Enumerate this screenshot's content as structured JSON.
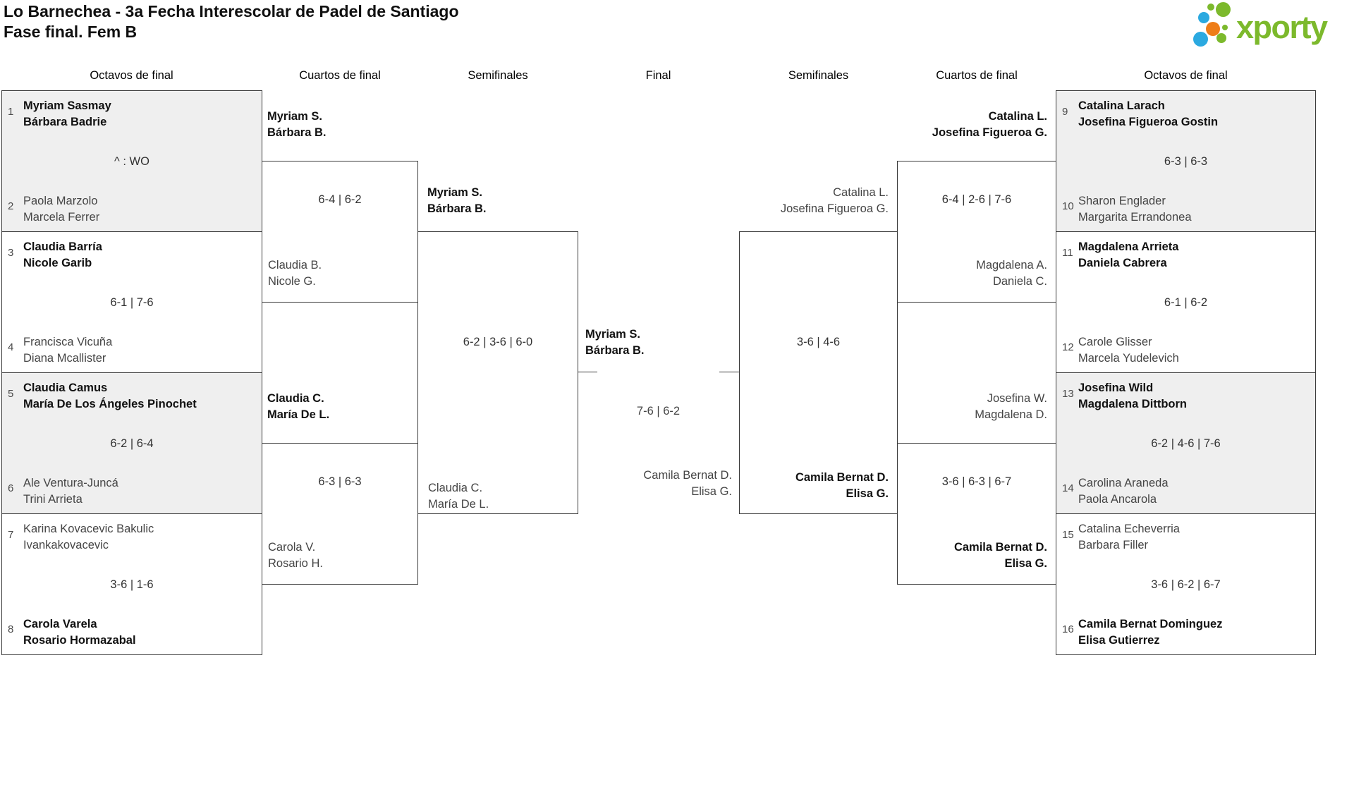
{
  "title": {
    "line1": "Lo Barnechea - 3a Fecha Interescolar de Padel de Santiago",
    "line2": "Fase final. Fem B"
  },
  "logo": {
    "brand": "xporty"
  },
  "colors": {
    "logo_green": "#7cb92c",
    "logo_blue": "#2ba9e0",
    "logo_orange": "#ee7d18",
    "box_shade": "#efefef",
    "border": "#3a3a3a"
  },
  "headers": [
    "Octavos de final",
    "Cuartos de final",
    "Semifinales",
    "Final",
    "Semifinales",
    "Cuartos de final",
    "Octavos de final"
  ],
  "round_of_16": {
    "left": [
      {
        "top_seed": "1",
        "top1": "Myriam Sasmay",
        "top2": "Bárbara Badrie",
        "winner": "top",
        "score": "^ : WO",
        "bottom_seed": "2",
        "bottom1": "Paola Marzolo",
        "bottom2": "Marcela Ferrer"
      },
      {
        "top_seed": "3",
        "top1": "Claudia Barría",
        "top2": "Nicole Garib",
        "winner": "top",
        "score": "6-1 | 7-6",
        "bottom_seed": "4",
        "bottom1": "Francisca Vicuña",
        "bottom2": "Diana Mcallister"
      },
      {
        "top_seed": "5",
        "top1": "Claudia Camus",
        "top2": "María De Los Ángeles Pinochet",
        "winner": "top",
        "score": "6-2 | 6-4",
        "bottom_seed": "6",
        "bottom1": "Ale Ventura-Juncá",
        "bottom2": "Trini Arrieta"
      },
      {
        "top_seed": "7",
        "top1": "Karina Kovacevic Bakulic",
        "top2": "Ivankakovacevic",
        "winner": "bottom",
        "score": "3-6 | 1-6",
        "bottom_seed": "8",
        "bottom1": "Carola Varela",
        "bottom2": "Rosario Hormazabal"
      }
    ],
    "right": [
      {
        "top_seed": "9",
        "top1": "Catalina Larach",
        "top2": "Josefina Figueroa Gostin",
        "winner": "top",
        "score": "6-3 | 6-3",
        "bottom_seed": "10",
        "bottom1": "Sharon Englader",
        "bottom2": "Margarita Errandonea"
      },
      {
        "top_seed": "11",
        "top1": "Magdalena Arrieta",
        "top2": "Daniela Cabrera",
        "winner": "top",
        "score": "6-1 | 6-2",
        "bottom_seed": "12",
        "bottom1": "Carole Glisser",
        "bottom2": "Marcela Yudelevich"
      },
      {
        "top_seed": "13",
        "top1": "Josefina Wild",
        "top2": "Magdalena Dittborn",
        "winner": "top",
        "score": "6-2 | 4-6 | 7-6",
        "bottom_seed": "14",
        "bottom1": "Carolina Araneda",
        "bottom2": "Paola Ancarola"
      },
      {
        "top_seed": "15",
        "top1": "Catalina Echeverria",
        "top2": "Barbara Filler",
        "winner": "bottom",
        "score": "3-6 | 6-2 | 6-7",
        "bottom_seed": "16",
        "bottom1": "Camila Bernat Dominguez",
        "bottom2": "Elisa Gutierrez"
      }
    ]
  },
  "quarterfinals": {
    "left": [
      {
        "top1": "Myriam S.",
        "top2": "Bárbara B.",
        "winner": "top",
        "score": "6-4 | 6-2",
        "bottom1": "Claudia B.",
        "bottom2": "Nicole G."
      },
      {
        "top1": "Claudia C.",
        "top2": "María De L.",
        "winner": "top",
        "score": "6-3 | 6-3",
        "bottom1": "Carola V.",
        "bottom2": "Rosario H."
      }
    ],
    "right": [
      {
        "top1": "Catalina L.",
        "top2": "Josefina Figueroa G.",
        "winner": "top",
        "score": "6-4 | 2-6 | 7-6",
        "bottom1": "Magdalena A.",
        "bottom2": "Daniela C."
      },
      {
        "top1": "Josefina W.",
        "top2": "Magdalena D.",
        "winner": "bottom",
        "score": "3-6 | 6-3 | 6-7",
        "bottom1": "Camila Bernat D.",
        "bottom2": "Elisa G."
      }
    ]
  },
  "semifinals": {
    "left": {
      "top1": "Myriam S.",
      "top2": "Bárbara B.",
      "winner": "top",
      "score": "6-2 | 3-6 | 6-0",
      "bottom1": "Claudia C.",
      "bottom2": "María De L."
    },
    "right": {
      "top1": "Catalina L.",
      "top2": "Josefina Figueroa G.",
      "winner": "bottom",
      "score": "3-6 | 4-6",
      "bottom1": "Camila Bernat D.",
      "bottom2": "Elisa G."
    }
  },
  "final": {
    "top1": "Myriam S.",
    "top2": "Bárbara B.",
    "winner": "top",
    "score": "7-6 | 6-2",
    "bottom1": "Camila Bernat D.",
    "bottom2": "Elisa G."
  }
}
